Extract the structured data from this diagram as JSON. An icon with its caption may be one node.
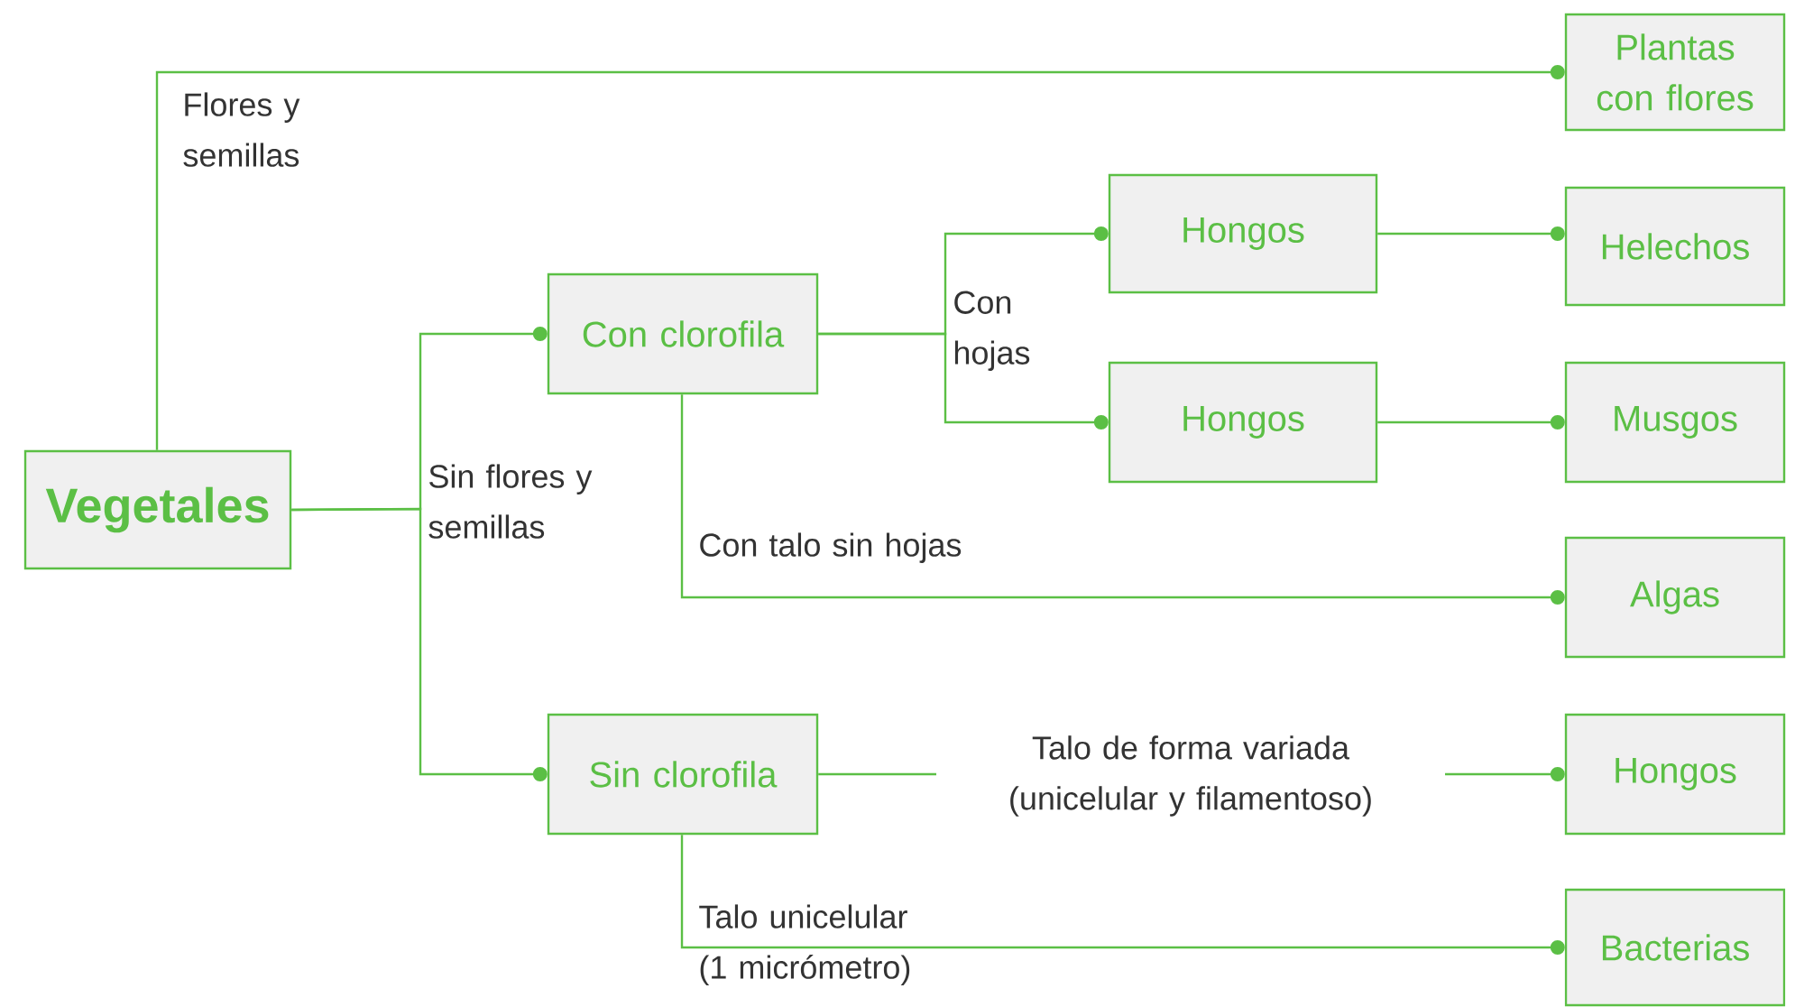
{
  "diagram": {
    "nodes": [
      {
        "text": [
          "Vegetales"
        ]
      },
      {
        "text": [
          "Plantas con flores"
        ]
      },
      {
        "text": [
          "Con clorofila"
        ]
      },
      {
        "text": [
          "Hongos"
        ]
      },
      {
        "text": [
          "Helechos"
        ]
      },
      {
        "text": [
          "Hongos"
        ]
      },
      {
        "text": [
          "Musgos"
        ]
      },
      {
        "text": [
          "Algas"
        ]
      },
      {
        "text": [
          "Sin clorofila"
        ]
      },
      {
        "text": [
          "Hongos"
        ]
      },
      {
        "text": [
          "Bacterias"
        ]
      }
    ],
    "edges": [
      {
        "from": 0,
        "to": 1,
        "arrow": "other",
        "label": "Flores y semillas"
      },
      {
        "from": 0,
        "to": 2,
        "arrow": "other"
      },
      {
        "from": 0,
        "to": 8,
        "arrow": "other",
        "label": "Sin flores y semillas"
      },
      {
        "from": 2,
        "to": 3,
        "arrow": "other"
      },
      {
        "from": 2,
        "to": 5,
        "arrow": "other",
        "label": "Con hojas"
      },
      {
        "from": 3,
        "to": 4,
        "arrow": "other"
      },
      {
        "from": 5,
        "to": 6,
        "arrow": "other"
      },
      {
        "from": 2,
        "to": 7,
        "arrow": "other",
        "label": "Con talo sin hojas"
      },
      {
        "from": 8,
        "to": 9,
        "arrow": "other",
        "label": "Talo de forma variada (unicelular y filamentoso)"
      },
      {
        "from": 8,
        "to": 10,
        "arrow": "other",
        "label": "Talo unicelular (1 micrómetro)"
      }
    ]
  }
}
